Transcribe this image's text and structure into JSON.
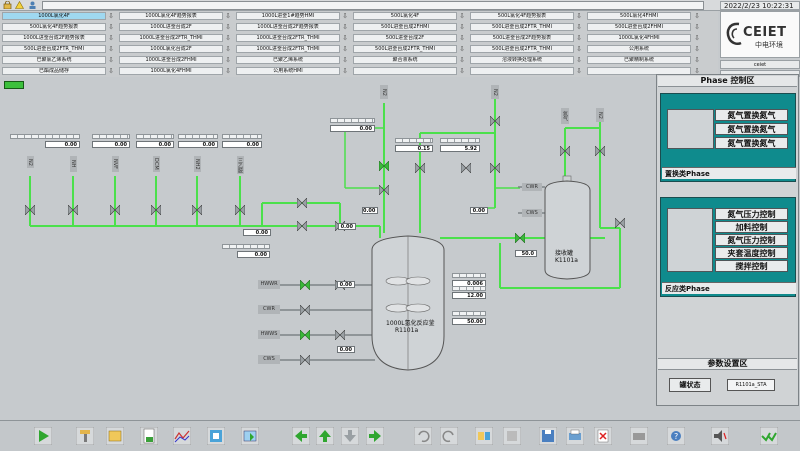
{
  "header": {
    "datetime": "2022/2/23 10:22:31",
    "user": "ceiet"
  },
  "menu": {
    "rows": [
      [
        "1000L氯化4F",
        "1000L氯化4F趋势报表",
        "1000L进釜1#趋势HMI",
        "500L氯化4F",
        "500L氯化4F趋势报表",
        "500L氯化4FHMI"
      ],
      [
        "500L氯化4F趋势报表",
        "1000L进釜台成2F",
        "1000L进釜台成2F趋势报表",
        "500L进釜台成2FHMI",
        "500L进釜台成2FTR_THMI",
        "500L进釜台成2FHMI"
      ],
      [
        "1000L进釜台成2F趋势报表",
        "1000L进釜台成2FTR_THMI",
        "1000L进釜台成2FTR_THMI",
        "500L进釜台成2F",
        "500L进釜台成2F趋势报表",
        "1000L氯化4FHMI"
      ],
      [
        "500L进釜台成2FTR_THMI",
        "1000L氯化台成2F",
        "1000L进釜台成2FTR_THMI",
        "500L进釜台成2FTR_THMI",
        "500L进釜台成2FTR_THMI",
        "公用系统"
      ],
      [
        "已聚氯乙烯系统",
        "1000L进釜台成2FHMI",
        "已聚乙烯系统",
        "聚合液系统",
        "溶液转换处理系统",
        "已聚精制系统"
      ],
      [
        "已酯成品储存",
        "1000L氯化4FHMI",
        "公用系统HMI",
        "",
        "",
        ""
      ]
    ]
  },
  "logo": {
    "name": "CEIET",
    "subtitle": "中电环境"
  },
  "right_panel": {
    "phase_title": "Phase 控制区",
    "group1": {
      "buttons": [
        "氮气置换氮气",
        "氮气置换氮气",
        "氮气置换氮气"
      ],
      "label": "置换类Phase"
    },
    "group2": {
      "buttons": [
        "氮气压力控制",
        "加料控制",
        "氮气压力控制",
        "夹套温度控制",
        "搅拌控制"
      ],
      "label": "反应类Phase"
    },
    "param_title": "参数设置区",
    "status_label": "罐状态",
    "status_value": "R1101a_STA"
  },
  "process": {
    "line_tags": [
      "N2",
      "NH",
      "NVF",
      "DCM",
      "NH2",
      "三乙胺"
    ],
    "top_tags": [
      "N2",
      "N2",
      "氮气",
      "N2"
    ],
    "utility_lines": [
      "HWWR",
      "CWR",
      "HWWS",
      "CWS"
    ],
    "tank_tags": [
      "CWR",
      "CWS"
    ],
    "reactor_name": "1000L氢化反应釜",
    "reactor_id": "R1101a",
    "receiver_name": "接收罐",
    "receiver_id": "K1101a",
    "values": {
      "v1": "0.00",
      "v2": "0.00",
      "v3": "0.00",
      "v4": "0.00",
      "v5": "0.00",
      "v6": "0.00",
      "top_left": "0.00",
      "mid_a": "0.15",
      "mid_b": "5.92",
      "right_flow": "0.00",
      "pipe_left": "0.00",
      "pipe_right": "0.00",
      "util_a": "0.00",
      "util_b": "0.00",
      "side1": "0.006",
      "side2": "12.00",
      "side3": "50.00",
      "recv": "50.0",
      "misc": "0.00"
    }
  }
}
